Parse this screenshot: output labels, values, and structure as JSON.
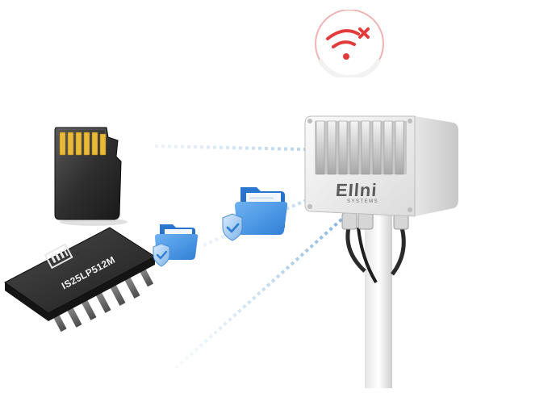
{
  "status": {
    "icon": "wifi-off-icon",
    "color": "#e33b3b"
  },
  "storage": {
    "sd_card": {
      "label": "SD",
      "icon": "sd-card-icon"
    },
    "flash_chip": {
      "label": "IS25LP512M",
      "icon": "flash-chip-icon"
    }
  },
  "folders": [
    {
      "icon": "secure-folder-icon",
      "color": "#3b82d6"
    },
    {
      "icon": "secure-folder-icon",
      "color": "#3b82d6"
    }
  ],
  "device": {
    "brand": "EIlni",
    "sub": "SYSTEMS",
    "icon": "edge-device-icon"
  },
  "colors": {
    "link_line": "#9cc3e6",
    "accent": "#e33b3b"
  }
}
